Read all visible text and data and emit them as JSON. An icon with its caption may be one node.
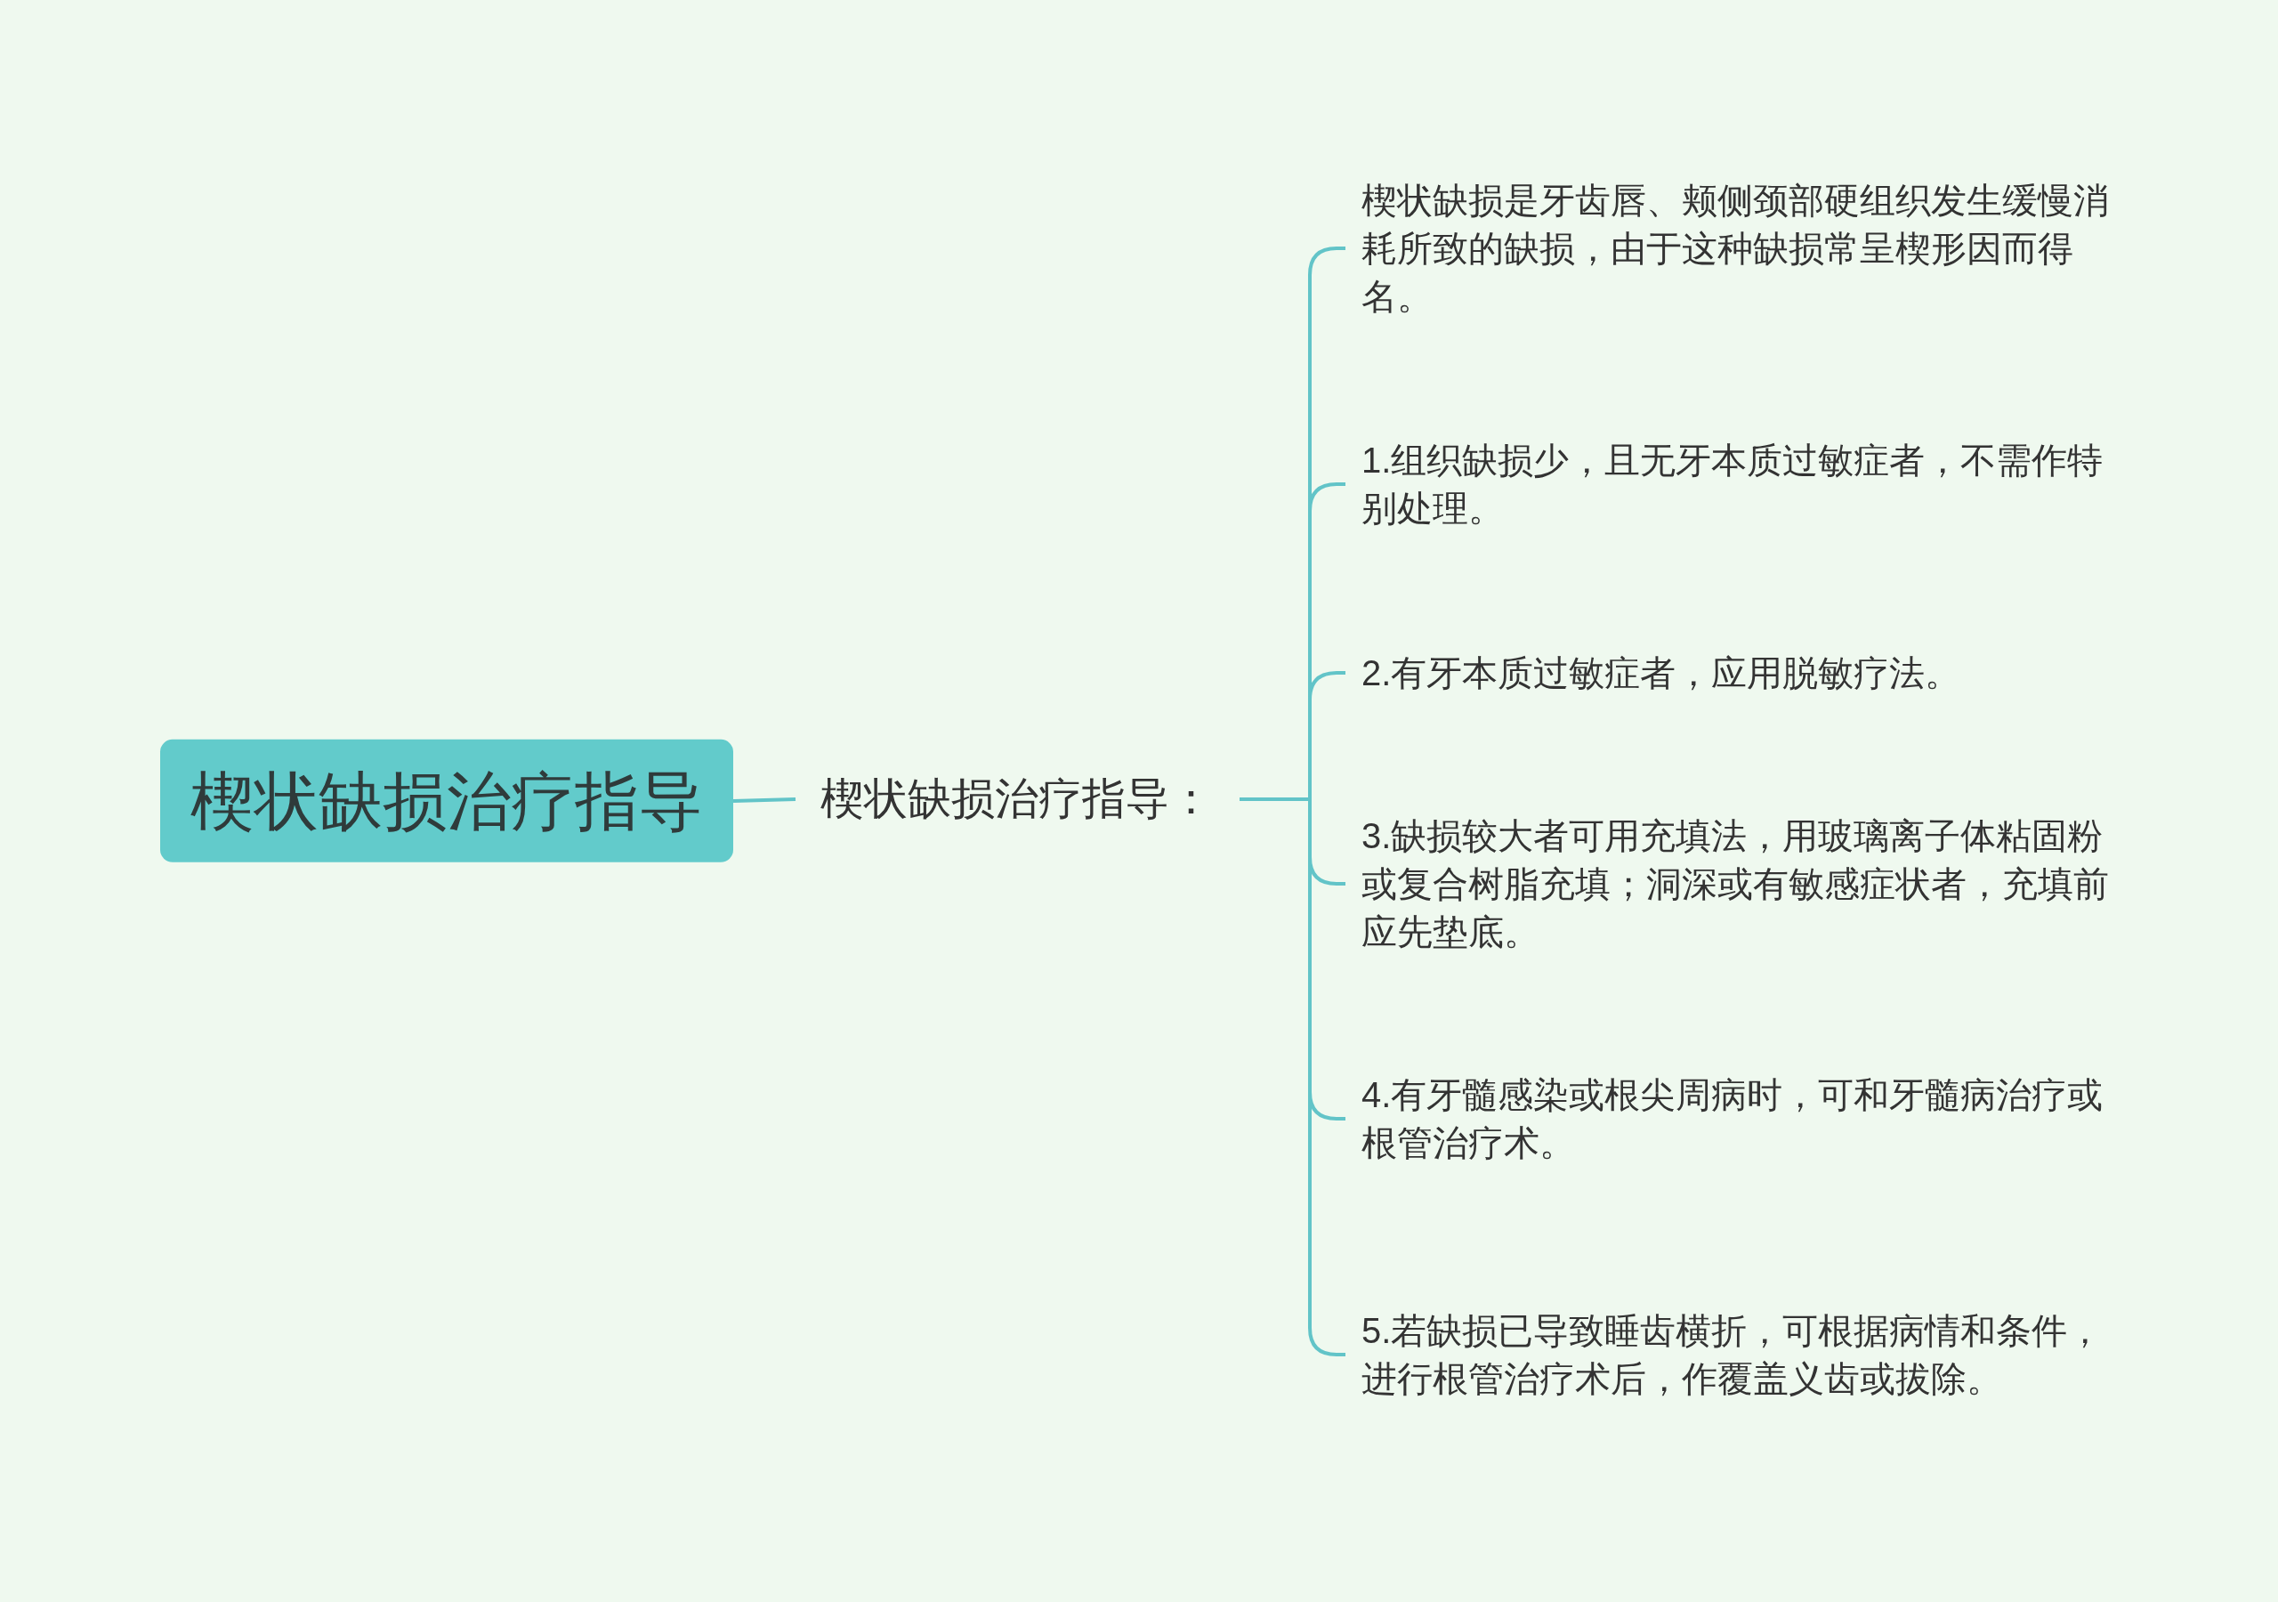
{
  "diagram": {
    "nodes": [
      {
        "text": [
          "楔状缺损治疗指导"
        ]
      },
      {
        "text": [
          "楔状缺损治疗指导："
        ]
      },
      {
        "text": [
          "楔状缺损是牙齿唇、颊侧颈部硬组织发生缓慢消耗所致的缺损，由于这种缺损常呈楔形因而得名。"
        ]
      },
      {
        "text": [
          "1.组织缺损少，且无牙本质过敏症者，不需作特别处理。"
        ]
      },
      {
        "text": [
          "2.有牙本质过敏症者，应用脱敏疗法。"
        ]
      },
      {
        "text": [
          "3.缺损较大者可用充填法，用玻璃离子体粘固粉或复合树脂充填；洞深或有敏感症状者，充填前应先垫底。"
        ]
      },
      {
        "text": [
          "4.有牙髓感染或根尖周病时，可和牙髓病治疗或根管治疗术。"
        ]
      },
      {
        "text": [
          "5.若缺损已导致睡齿横折，可根据病情和条件，进行根管治疗术后，作覆盖义齿或拔除。"
        ]
      }
    ],
    "edges": [
      {
        "from": 0,
        "to": 1,
        "arrow": "none"
      },
      {
        "from": 1,
        "to": 2,
        "arrow": "none"
      },
      {
        "from": 1,
        "to": 3,
        "arrow": "none"
      },
      {
        "from": 1,
        "to": 4,
        "arrow": "none"
      },
      {
        "from": 1,
        "to": 5,
        "arrow": "none"
      },
      {
        "from": 1,
        "to": 6,
        "arrow": "none"
      },
      {
        "from": 1,
        "to": 7,
        "arrow": "none"
      }
    ]
  }
}
